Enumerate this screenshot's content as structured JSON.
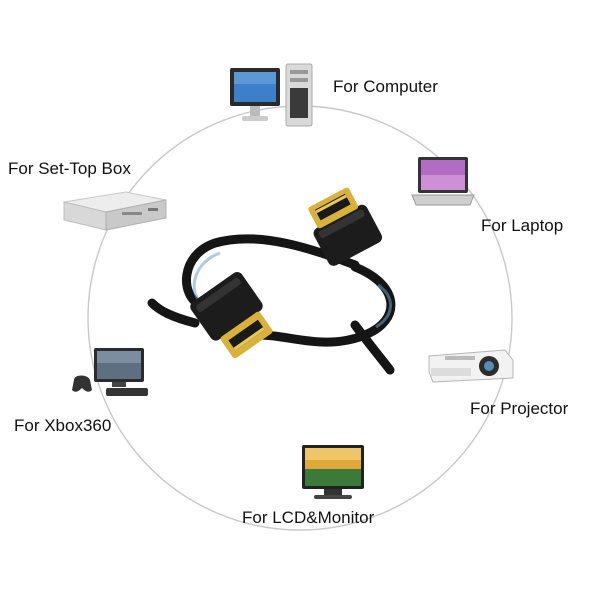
{
  "labels": {
    "computer": "For Computer",
    "laptop": "For Laptop",
    "projector": "For Projector",
    "monitor": "For  LCD&Monitor",
    "xbox": "For Xbox360",
    "settop": "For Set-Top Box"
  },
  "colors": {
    "ring": "#c8c8c8",
    "cable": "#151515",
    "gold": "#d8b23a",
    "text": "#111111"
  }
}
